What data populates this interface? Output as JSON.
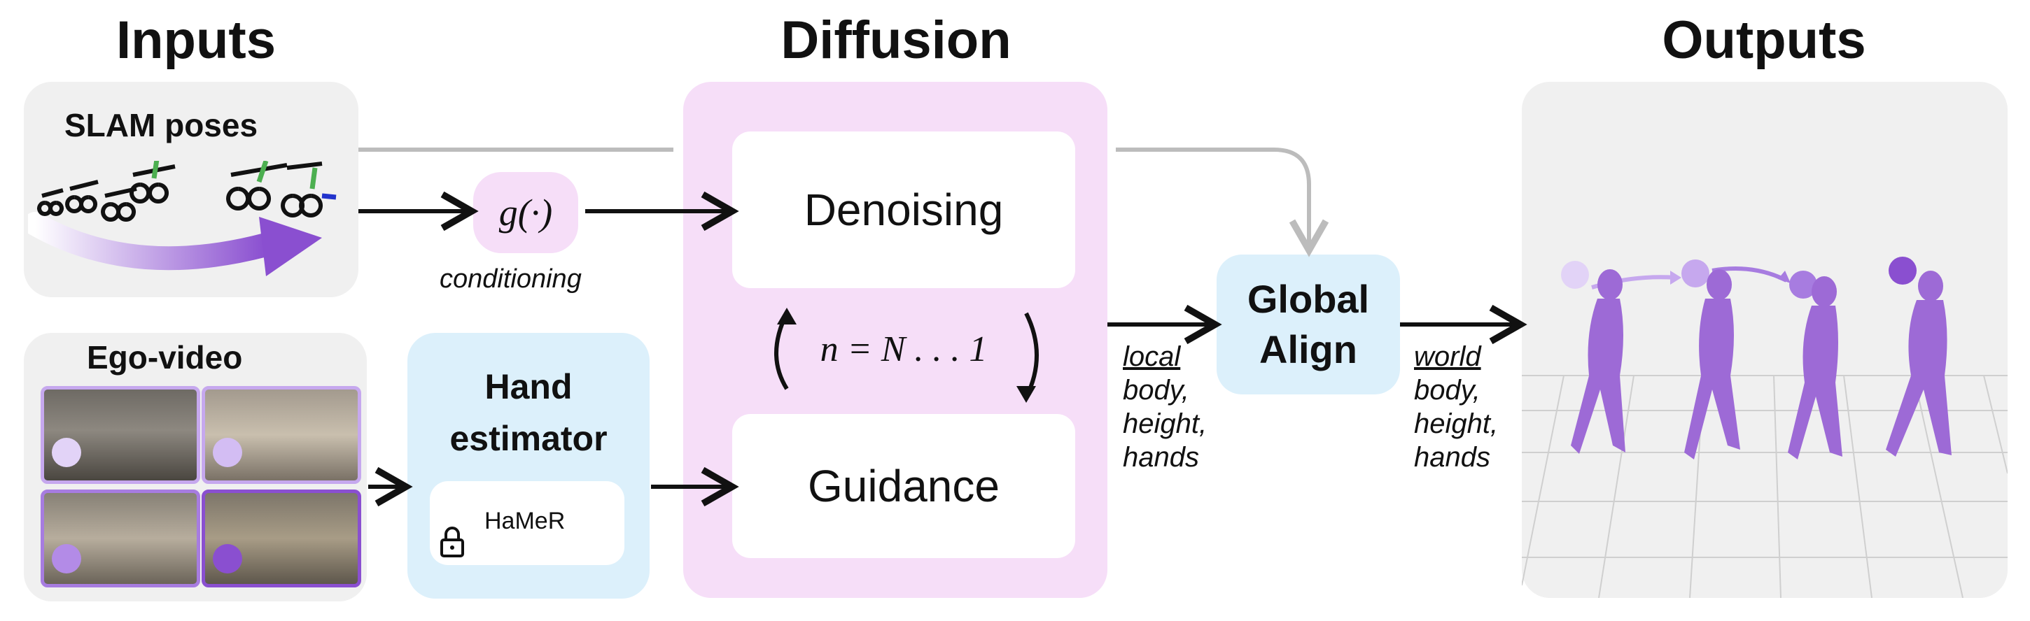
{
  "titles": {
    "inputs": "Inputs",
    "diffusion": "Diffusion",
    "outputs": "Outputs"
  },
  "inputs": {
    "slam_label": "SLAM poses",
    "ego_label": "Ego-video",
    "conditioning_symbol": "g(·)",
    "conditioning_caption": "conditioning",
    "hand_estimator_title": "Hand estimator",
    "hamer_label": "HaMeR"
  },
  "diffusion": {
    "denoising": "Denoising",
    "loop": "n = N . . . 1",
    "guidance": "Guidance"
  },
  "align": {
    "title": "Global Align",
    "local_caption": {
      "head": "local",
      "lines": [
        "body,",
        "height,",
        "hands"
      ]
    },
    "world_caption": {
      "head": "world",
      "lines": [
        "body,",
        "height,",
        "hands"
      ]
    }
  },
  "colors": {
    "panel_gray": "#f0f0f0",
    "diffusion_pink": "#f6def8",
    "align_blue": "#dcf0fb",
    "accent_purple": "#8a4fd0",
    "arrow_gray": "#bcbcbc"
  }
}
